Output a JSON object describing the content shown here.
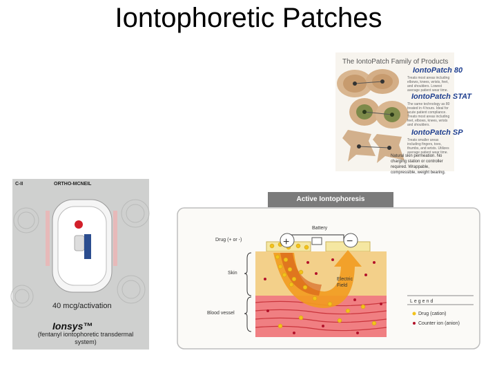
{
  "slide": {
    "title": "Iontophoretic Patches"
  },
  "family": {
    "header": "The IontoPatch Family of Products",
    "products": [
      {
        "name": "IontoPatch 80",
        "description": "Treats most areas including elbows, knees, wrists, feet, and shoulders. Lowest average patient wear time."
      },
      {
        "name": "IontoPatch STAT",
        "description": "The same technology as 80 treated in 4 hours. Ideal for acute patient compliance. Treats most areas including feet, elbows, knees, wrists and shoulders."
      },
      {
        "name": "IontoPatch SP",
        "description": "Treats smaller areas including fingers, toes, thumbs, and wrists. Utilizes average patient wear time."
      }
    ],
    "footer": "Natural skin permeation. No charging station or controller required. Wrappable, compressible, weight bearing."
  },
  "ionsys": {
    "class": "C-II",
    "company": "ORTHO-MCNEIL",
    "dose": "40 mcg/activation",
    "brand": "Ionsys™",
    "subtitle": "(fentanyl iontophoretic transdermal system)"
  },
  "diagram": {
    "title": "Active Iontophoresis",
    "battery": "Battery",
    "drug_label": "Drug (+ or -)",
    "skin_label": "Skin",
    "blood_label": "Blood vessel",
    "field_label": "Electric Field",
    "legend_title": "Legend",
    "legend": [
      {
        "label": "Drug (cation)",
        "color": "#f2c21a"
      },
      {
        "label": "Counter ion (anion)",
        "color": "#b3122a"
      }
    ],
    "plus": "+",
    "minus": "−"
  }
}
